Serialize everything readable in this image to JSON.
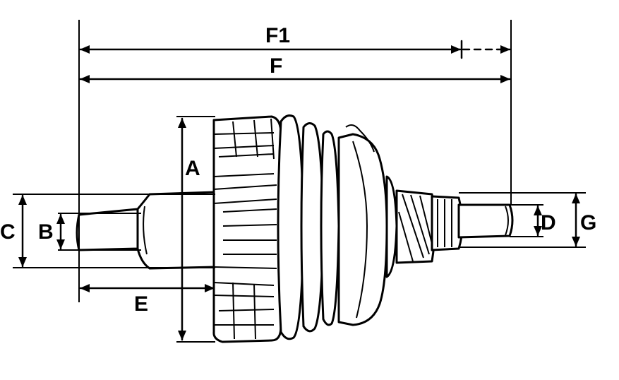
{
  "diagram": {
    "labels": {
      "A": "A",
      "B": "B",
      "C": "C",
      "D": "D",
      "E": "E",
      "F": "F",
      "F1": "F1",
      "G": "G"
    }
  }
}
